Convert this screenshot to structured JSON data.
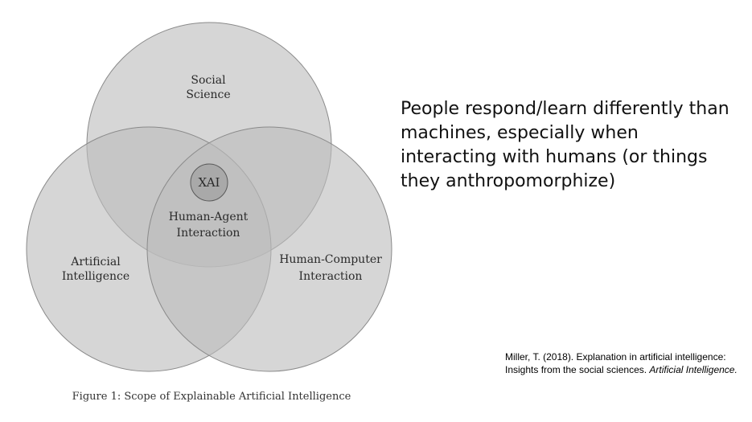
{
  "diagram": {
    "sets": {
      "social_science": [
        "Social",
        "Science"
      ],
      "artificial_intelligence": [
        "Artificial",
        "Intelligence"
      ],
      "human_computer_interaction": [
        "Human-Computer",
        "Interaction"
      ]
    },
    "intersection": [
      "Human-Agent",
      "Interaction"
    ],
    "core": "XAI",
    "caption": "Figure 1: Scope of Explainable Artificial Intelligence",
    "colors": {
      "circle_fill": "#bdbdbd",
      "circle_stroke": "#8a8a8a",
      "core_fill": "#9a9a9a"
    }
  },
  "statement": "People respond/learn differently than machines, especially when interacting with humans (or things they anthropomorphize)",
  "citation": {
    "text": "Miller, T. (2018). Explanation in artificial intelligence: Insights from the social sciences.",
    "journal": "Artificial Intelligence."
  }
}
